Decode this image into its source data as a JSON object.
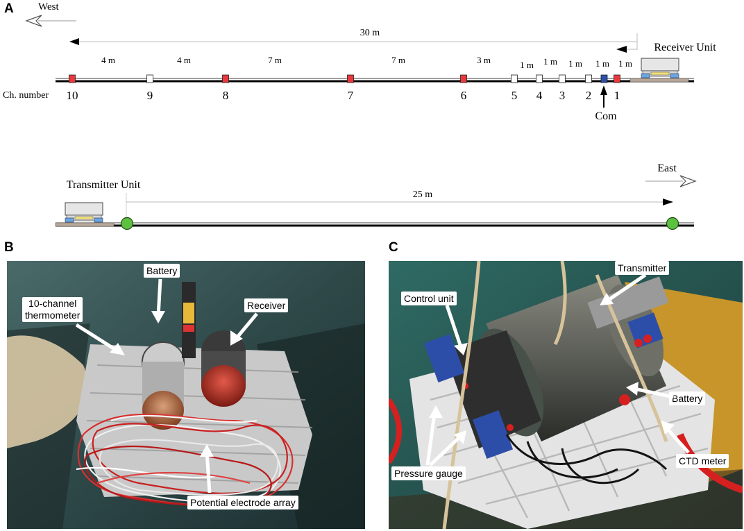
{
  "panels": {
    "a": "A",
    "b": "B",
    "c": "C"
  },
  "diagram": {
    "west": "West",
    "east": "East",
    "total_receiver_span": "30 m",
    "total_transmitter_span": "25 m",
    "receiver_unit": "Receiver Unit",
    "transmitter_unit": "Transmitter Unit",
    "channel_row_label": "Ch. number",
    "com_label": "Com",
    "segments": [
      "4 m",
      "4 m",
      "7 m",
      "7 m",
      "3 m",
      "1 m",
      "1 m",
      "1 m",
      "1 m",
      "1 m"
    ],
    "channels": [
      {
        "n": "10",
        "color": "red"
      },
      {
        "n": "9",
        "color": "white"
      },
      {
        "n": "8",
        "color": "red"
      },
      {
        "n": "7",
        "color": "red"
      },
      {
        "n": "6",
        "color": "red"
      },
      {
        "n": "5",
        "color": "white"
      },
      {
        "n": "4",
        "color": "white"
      },
      {
        "n": "3",
        "color": "white"
      },
      {
        "n": "2",
        "color": "white"
      },
      {
        "n": "1",
        "color": "red"
      }
    ],
    "colors": {
      "red_electrode": "#e8383d",
      "com_electrode": "#2d4fa8",
      "transmitter_electrode": "#5cc13f"
    }
  },
  "photo_b": {
    "labels": {
      "thermometer": "10-channel\nthermometer",
      "battery": "Battery",
      "receiver": "Receiver",
      "electrode_array": "Potential electrode array"
    }
  },
  "photo_c": {
    "labels": {
      "transmitter": "Transmitter",
      "control_unit": "Control unit",
      "battery": "Battery",
      "pressure_gauge": "Pressure gauge",
      "ctd_meter": "CTD meter"
    }
  }
}
